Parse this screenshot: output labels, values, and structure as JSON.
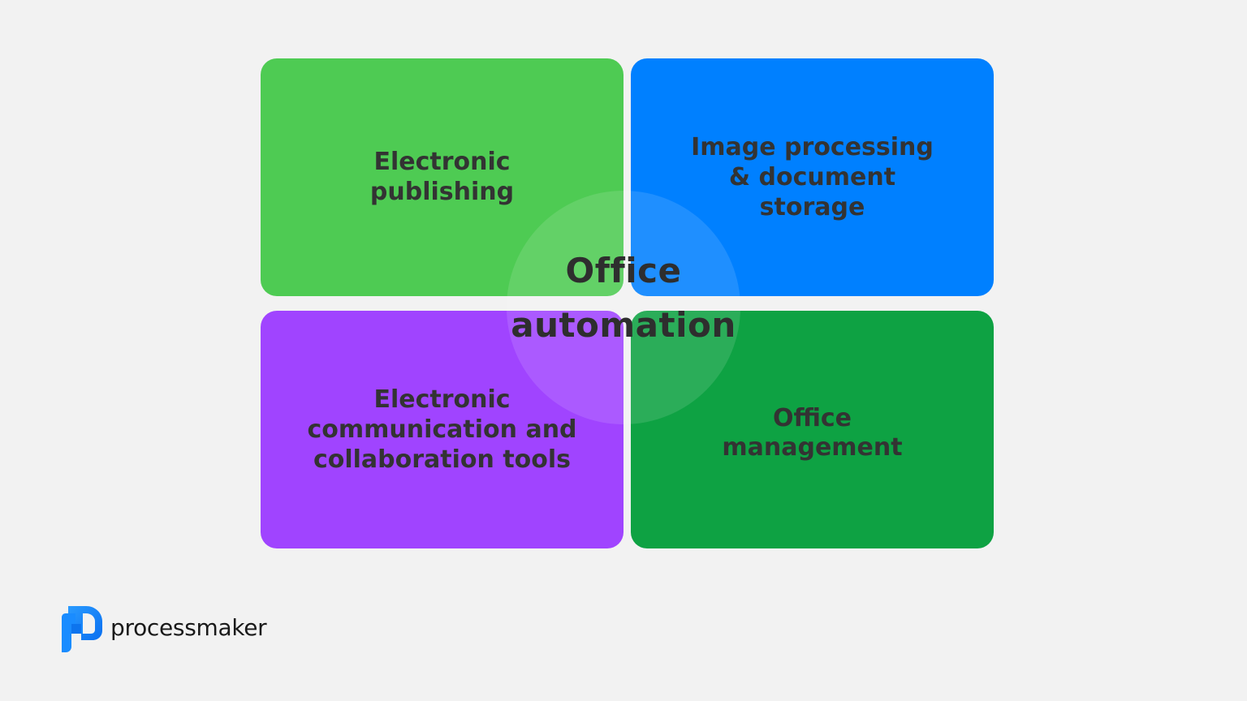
{
  "diagram": {
    "title": "Office\nautomation",
    "quadrants": [
      {
        "id": "top-left",
        "label": "Electronic\npublishing",
        "color": "#4ecb53"
      },
      {
        "id": "top-right",
        "label": "Image processing\n& document\nstorage",
        "color": "#0080ff"
      },
      {
        "id": "bottom-left",
        "label": "Electronic\ncommunication and\ncollaboration tools",
        "color": "#a044ff"
      },
      {
        "id": "bottom-right",
        "label": "Office\nmanagement",
        "color": "#0ea243"
      }
    ],
    "background_color": "#f2f2f2",
    "text_color": "#333333"
  },
  "brand": {
    "name": "processmaker",
    "icon": "processmaker-logo-icon",
    "color": "#1a8cff"
  }
}
